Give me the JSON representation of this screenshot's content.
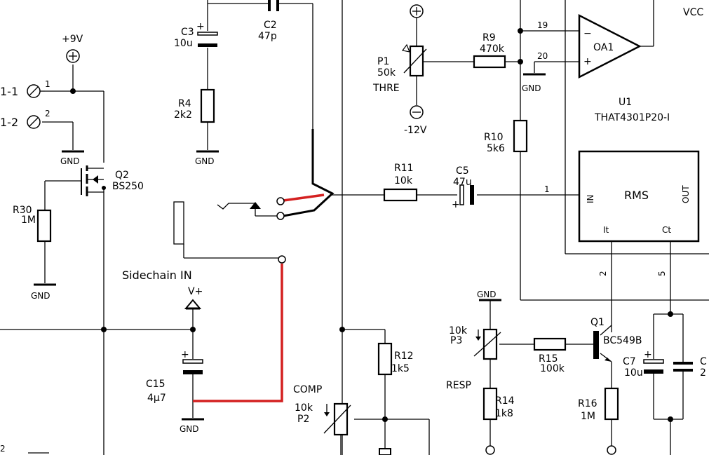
{
  "supply": {
    "plus9v": "+9V",
    "minus12v": "-12V",
    "vplus": "V+",
    "vcc": "VCC"
  },
  "connectors": {
    "j1_1": "1-1",
    "j1_2": "1-2",
    "pin1": "1",
    "pin2": "2",
    "bottom_left": "2"
  },
  "components": {
    "c3": {
      "ref": "C3",
      "value": "10u"
    },
    "c2": {
      "ref": "C2",
      "value": "47p"
    },
    "r4": {
      "ref": "R4",
      "value": "2k2"
    },
    "q2": {
      "ref": "Q2",
      "value": "BS250"
    },
    "r30": {
      "ref": "R30",
      "value": "1M"
    },
    "p1": {
      "ref": "P1",
      "value": "50k",
      "name": "THRE"
    },
    "r9": {
      "ref": "R9",
      "value": "470k"
    },
    "r10": {
      "ref": "R10",
      "value": "5k6"
    },
    "r11": {
      "ref": "R11",
      "value": "10k"
    },
    "c5": {
      "ref": "C5",
      "value": "47u"
    },
    "u1": {
      "ref": "U1",
      "part": "THAT4301P20-I",
      "opamp": "OA1",
      "block": "RMS",
      "in": "IN",
      "out": "OUT",
      "it": "It",
      "ct": "Ct"
    },
    "r12": {
      "ref": "R12",
      "value": "1k5"
    },
    "p2": {
      "ref": "P2",
      "value": "10k",
      "name": "COMP"
    },
    "c15": {
      "ref": "C15",
      "value": "4µ7"
    },
    "p3": {
      "ref": "P3",
      "value": "10k",
      "name": "RESP"
    },
    "r15": {
      "ref": "R15",
      "value": "100k"
    },
    "q1": {
      "ref": "Q1",
      "value": "BC549B"
    },
    "r14": {
      "ref": "R14",
      "value": "1k8"
    },
    "r16": {
      "ref": "R16",
      "value": "1M"
    },
    "c7": {
      "ref": "C7",
      "value": "10u"
    },
    "c_partial": {
      "ref": "C",
      "value": "2"
    }
  },
  "pins": {
    "p19": "19",
    "p20": "20",
    "p1": "1",
    "p2": "2",
    "p5": "5"
  },
  "ground": "GND",
  "sidechain": "Sidechain IN",
  "plus_sign": "+"
}
